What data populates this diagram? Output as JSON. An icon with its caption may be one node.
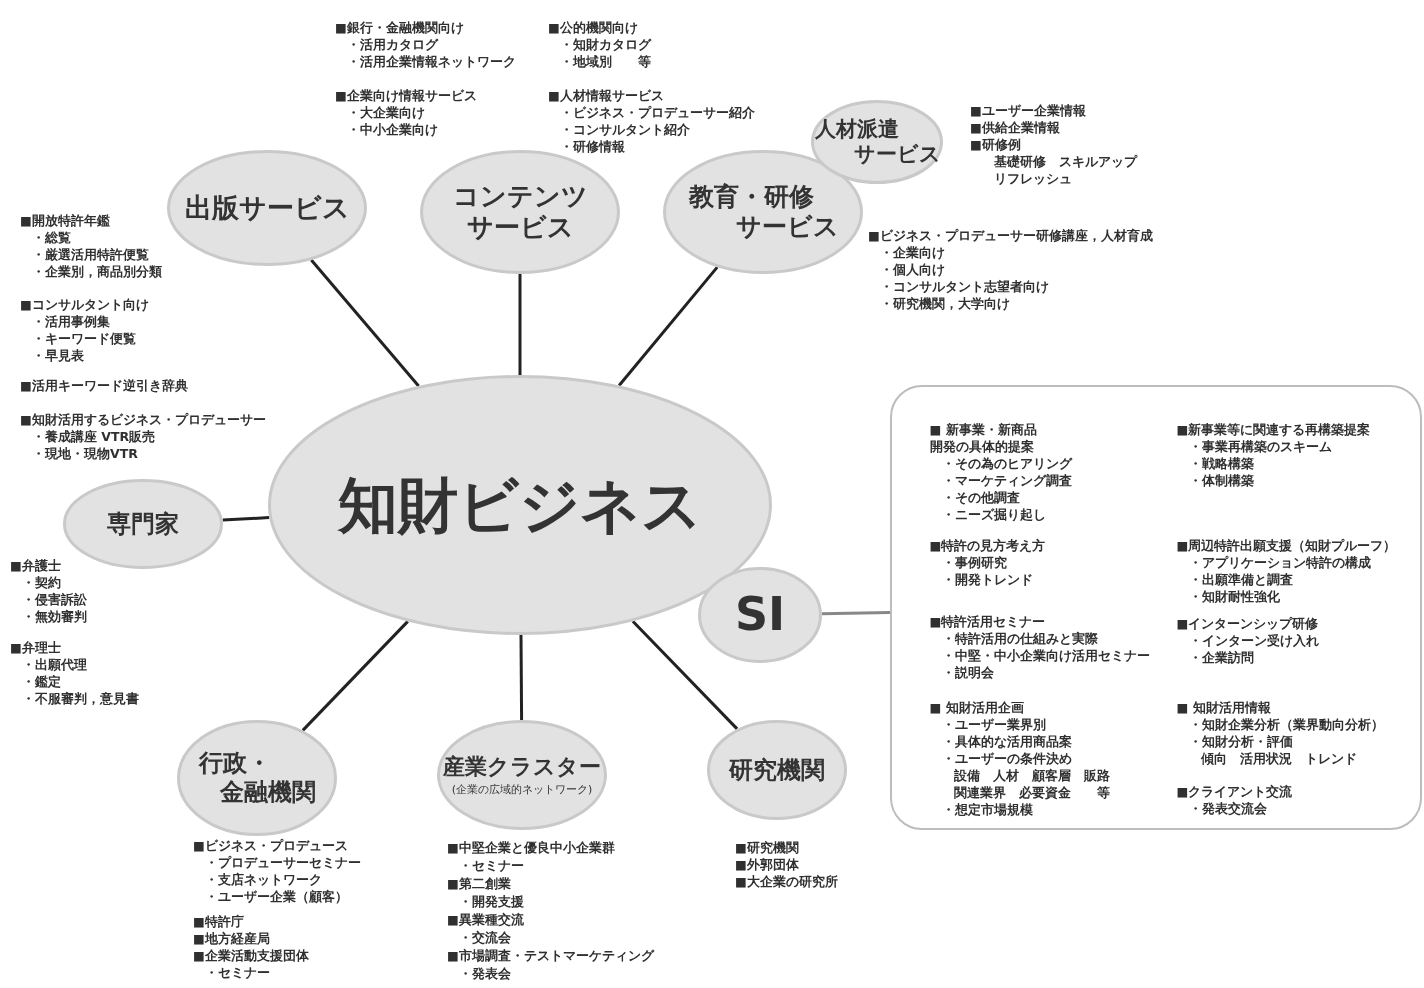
{
  "diagram": {
    "nodes": [
      {
        "text": [
          "知財ビジネス"
        ]
      },
      {
        "text": [
          "出版サービス"
        ]
      },
      {
        "text": [
          "コンテンツサービス"
        ]
      },
      {
        "text": [
          "教育・研修サービス"
        ]
      },
      {
        "text": [
          "人材派遣サービス"
        ]
      },
      {
        "text": [
          "専門家"
        ]
      },
      {
        "text": [
          "SI"
        ]
      },
      {
        "text": [
          "行政・金融機関"
        ]
      },
      {
        "text": [
          "産業クラスター",
          "(企業の広域的ネットワーク)"
        ]
      },
      {
        "text": [
          "研究機関"
        ]
      },
      {
        "text": [
          "■ 新事業・新商品",
          "開発の具体的提案",
          "・その為のヒアリング",
          "・マーケティング調査",
          "・その他調査",
          "・ニーズ掘り起し",
          "■新事業等に関連する再構築提案",
          "・事業再構築のスキーム",
          "・戦略構築",
          "・体制構築",
          "■特許の見方考え方",
          "・事例研究",
          "・開発トレンド",
          "■周辺特許出願支援（知財プルーフ）",
          "・アプリケーション特許の構成",
          "・出願準備と調査",
          "・知財耐性強化",
          "■特許活用セミナー",
          "・特許活用の仕組みと実際",
          "・中堅・中小企業向け活用セミナー",
          "・説明会",
          "■インターンシップ研修",
          "・インターン受け入れ",
          "・企業訪問",
          "■ 知財活用企画",
          "・ユーザー業界別",
          "・具体的な活用商品案",
          "・ユーザーの条件決め",
          "設備　人材　顧客層　販路",
          "関連業界　必要資金　　等",
          "・想定市場規模",
          "■ 知財活用情報",
          "・知財企業分析（業界動向分析）",
          "・知財分析・評価",
          "傾向　活用状況　トレンド",
          "■クライアント交流",
          "・発表交流会"
        ]
      }
    ],
    "edges": [
      {
        "from": 0,
        "to": 1,
        "arrow": "none"
      },
      {
        "from": 0,
        "to": 2,
        "arrow": "none"
      },
      {
        "from": 0,
        "to": 3,
        "arrow": "none"
      },
      {
        "from": 0,
        "to": 5,
        "arrow": "none"
      },
      {
        "from": 0,
        "to": 7,
        "arrow": "none"
      },
      {
        "from": 0,
        "to": 8,
        "arrow": "none"
      },
      {
        "from": 0,
        "to": 9,
        "arrow": "none"
      },
      {
        "from": 6,
        "to": 10,
        "arrow": "none",
        "color": "#888888"
      }
    ],
    "labels": [
      "■銀行・金融機関向け",
      "・活用カタログ",
      "・活用企業情報ネットワーク",
      "■公的機関向け",
      "・知財カタログ",
      "・地域別　　等",
      "■企業向け情報サービス",
      "・大企業向け",
      "・中小企業向け",
      "■人材情報サービス",
      "・ビジネス・プロデューサー紹介",
      "・コンサルタント紹介",
      "・研修情報",
      "■ユーザー企業情報",
      "■供給企業情報",
      "■研修例",
      "基礎研修　スキルアップ",
      "リフレッシュ",
      "■ビジネス・プロデューサー研修講座，人材育成",
      "・企業向け",
      "・個人向け",
      "・コンサルタント志望者向け",
      "・研究機関，大学向け",
      "■開放特許年鑑",
      "・総覧",
      "・厳選活用特許便覧",
      "・企業別，商品別分類",
      "■コンサルタント向け",
      "・活用事例集",
      "・キーワード便覧",
      "・早見表",
      "■活用キーワード逆引き辞典",
      "■知財活用するビジネス・プロデューサー",
      "・養成講座 VTR販売",
      "・現地・現物VTR",
      "■弁護士",
      "・契約",
      "・侵害訴訟",
      "・無効審判",
      "■弁理士",
      "・出願代理",
      "・鑑定",
      "・不服審判，意見書",
      "■ビジネス・プロデュース",
      "・プロデューサーセミナー",
      "・支店ネットワーク",
      "・ユーザー企業（顧客）",
      "■特許庁",
      "■地方経産局",
      "■企業活動支援団体",
      "・セミナー",
      "■中堅企業と優良中小企業群",
      "・セミナー",
      "■第二創業",
      "・開発支援",
      "■異業種交流",
      "・交流会",
      "■市場調査・テストマーケティング",
      "・発表会",
      "■研究機関",
      "■外郭団体",
      "■大企業の研究所"
    ]
  }
}
